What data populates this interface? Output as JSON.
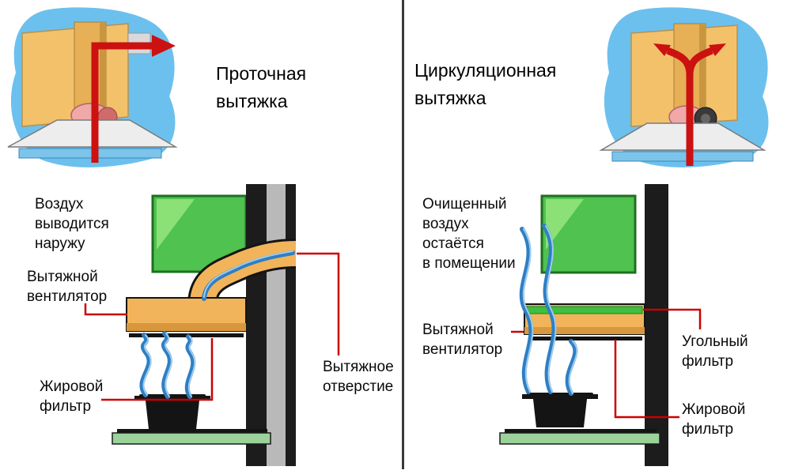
{
  "colors": {
    "callout_red": "#cc0000",
    "arrow_red": "#cc1111",
    "smoke_blue": "#2e7fc4",
    "window_green": "#4fc24f",
    "hood_orange": "#f2b45a",
    "wall_black": "#1c1c1c",
    "wall_gray": "#b9b9b9",
    "stove_green": "#9ad29a",
    "sky_blue": "#6cc0ee"
  },
  "left_panel": {
    "title": "Проточная\nвытяжка",
    "labels": {
      "air_out": "Воздух\nвыводится\nнаружу",
      "fan": "Вытяжной\nвентилятор",
      "grease_filter": "Жировой\nфильтр",
      "exhaust_opening": "Вытяжное\nотверстие"
    }
  },
  "right_panel": {
    "title": "Циркуляционная\nвытяжка",
    "labels": {
      "clean_air": "Очищенный\nвоздух\nостаётся\nв помещении",
      "fan": "Вытяжной\nвентилятор",
      "carbon_filter": "Угольный\nфильтр",
      "grease_filter": "Жировой\nфильтр"
    }
  }
}
